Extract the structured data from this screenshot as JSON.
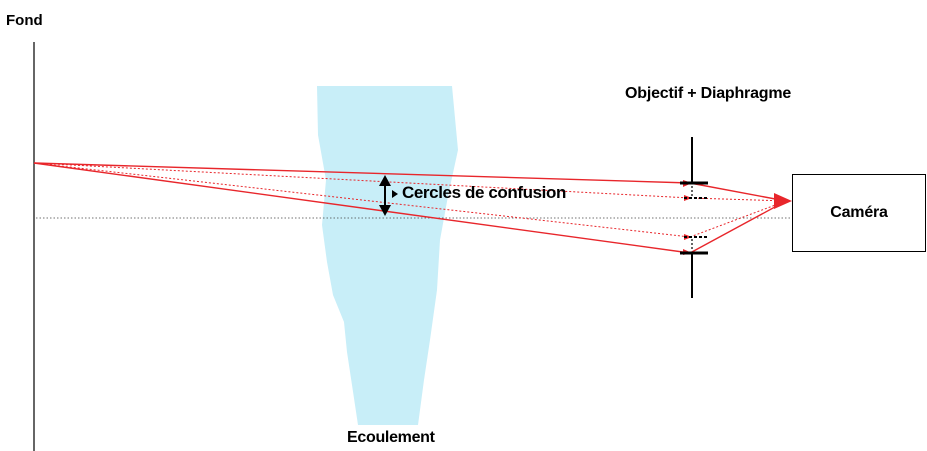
{
  "labels": {
    "background": "Fond",
    "lens": "Objectif + Diaphragme",
    "confusion": "Cercles de confusion",
    "flow": "Ecoulement",
    "camera": "Caméra"
  },
  "colors": {
    "ray": "#e8262b",
    "flow_fill": "#c8eef8",
    "ink": "#000000"
  }
}
